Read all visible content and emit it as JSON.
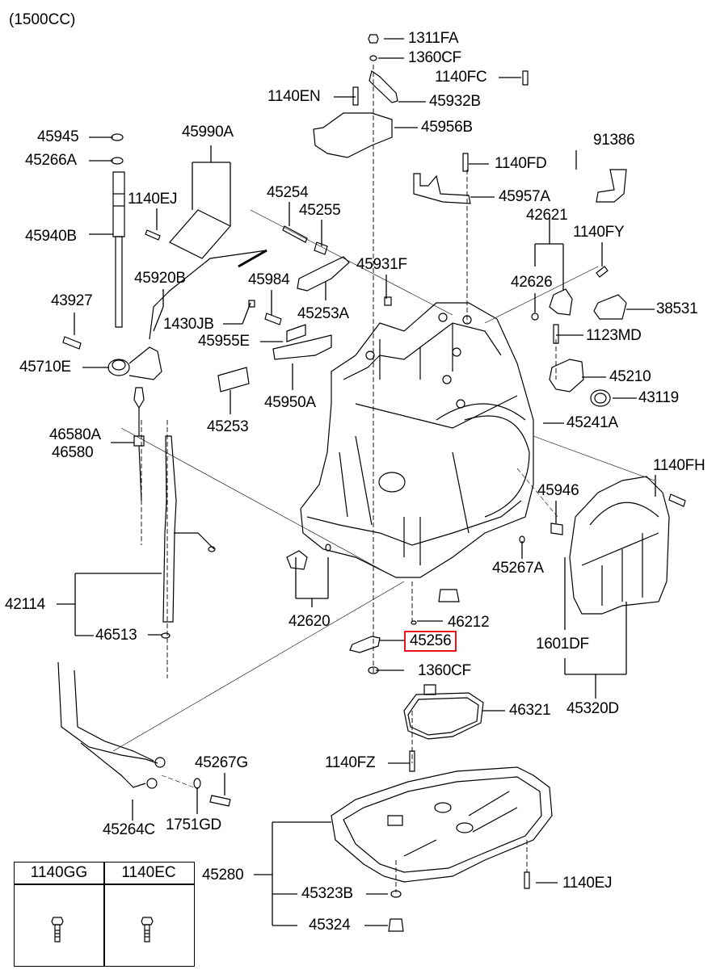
{
  "title": "(1500CC)",
  "highlighted_part": "45256",
  "highlight_color": "#e8141c",
  "labels": {
    "p1311FA": "1311FA",
    "p1360CF_top": "1360CF",
    "p1140FC": "1140FC",
    "p1140EN": "1140EN",
    "p45932B": "45932B",
    "p45956B": "45956B",
    "p1140FD": "1140FD",
    "p45957A": "45957A",
    "p91386": "91386",
    "p42621": "42621",
    "p1140FY": "1140FY",
    "p42626": "42626",
    "p38531": "38531",
    "p1123MD": "1123MD",
    "p45210": "45210",
    "p43119": "43119",
    "p45241A": "45241A",
    "p45945": "45945",
    "p45266A": "45266A",
    "p45990A": "45990A",
    "p1140EJ_top": "1140EJ",
    "p45940B": "45940B",
    "p45254": "45254",
    "p45255": "45255",
    "p45931F": "45931F",
    "p45920B": "45920B",
    "p45984": "45984",
    "p45253A": "45253A",
    "p43927": "43927",
    "p1430JB": "1430JB",
    "p45955E": "45955E",
    "p45710E": "45710E",
    "p45253": "45253",
    "p45950A": "45950A",
    "p46580A": "46580A",
    "p46580": "46580",
    "p1140FH": "1140FH",
    "p45946": "45946",
    "p45267A": "45267A",
    "p42114": "42114",
    "p46513": "46513",
    "p42620": "42620",
    "p46212": "46212",
    "p45256": "45256",
    "p1360CF_bot": "1360CF",
    "p1601DF": "1601DF",
    "p45320D": "45320D",
    "p46321": "46321",
    "p45267G": "45267G",
    "p1140FZ": "1140FZ",
    "p45264C": "45264C",
    "p1751GD": "1751GD",
    "p45280": "45280",
    "p1140EJ_bot": "1140EJ",
    "p45323B": "45323B",
    "p45324": "45324"
  },
  "legend_table": {
    "columns": [
      {
        "part": "1140GG",
        "icon": "hex-bolt-icon"
      },
      {
        "part": "1140EC",
        "icon": "hex-bolt-icon"
      }
    ]
  }
}
